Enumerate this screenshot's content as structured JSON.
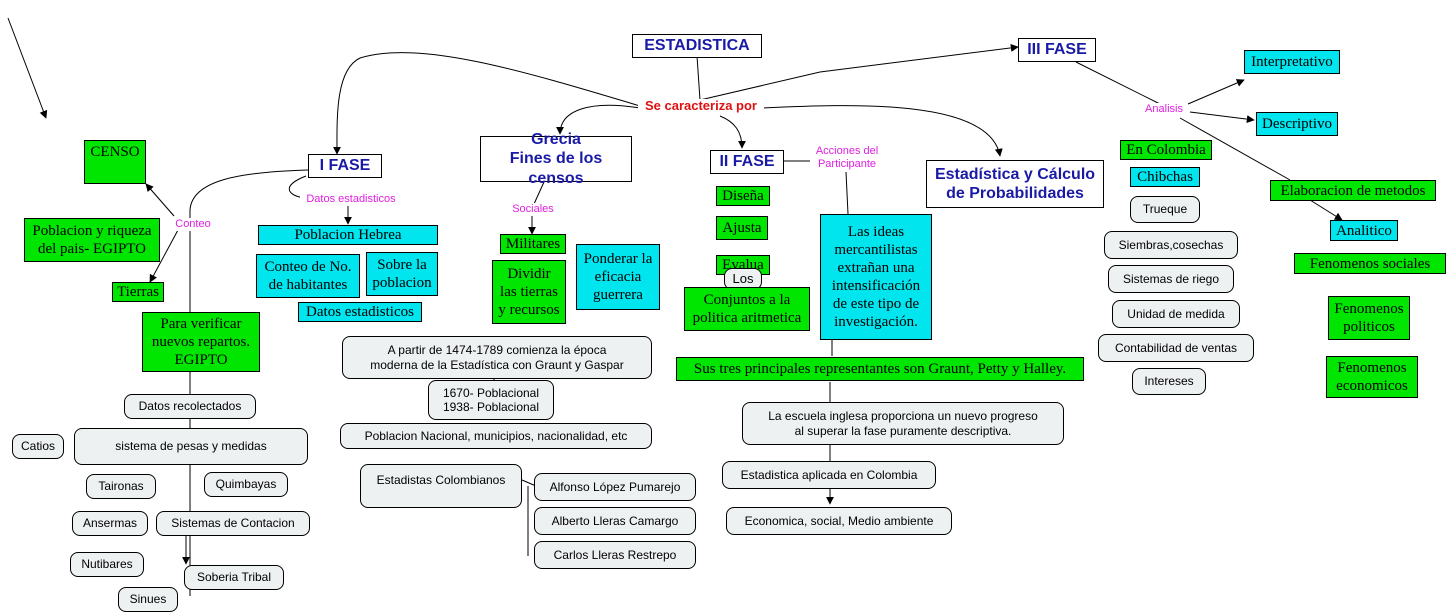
{
  "nodes": {
    "estadistica": "ESTADISTICA",
    "se_caracteriza": "Se caracteriza por",
    "fase1": "I FASE",
    "fase2": "II FASE",
    "fase3": "III FASE",
    "grecia": "Grecia\nFines de los censos",
    "estad_calculo": "Estadística y Cálculo\nde Probabilidades",
    "censo": "CENSO",
    "poblacion_riqueza": "Poblacion y riqueza\ndel pais- EGIPTO",
    "tierras": "Tierras",
    "para_verificar": "Para verificar\nnuevos repartos.\nEGIPTO",
    "poblacion_hebrea": "Poblacion Hebrea",
    "conteo_habitantes": "Conteo de No.\nde habitantes",
    "sobre_poblacion": "Sobre la\npoblacion",
    "datos_estadisticos": "Datos estadisticos",
    "militares": "Militares",
    "dividir_tierras": "Dividir\nlas tierras\ny recursos",
    "ponderar": "Ponderar la\neficacia\nguerrera",
    "disena": "Diseña",
    "ajusta": "Ajusta",
    "evalua": "Evalua",
    "los": "Los",
    "conjuntos": "Conjuntos a la\npolitica aritmetica",
    "ideas_mercantilistas": "Las ideas\nmercantilistas\nextrañan una\nintensificación\nde este tipo de\ninvestigación.",
    "tres_representantes": "Sus tres principales representantes son Graunt, Petty y Halley.",
    "escuela_inglesa": "La escuela inglesa proporciona un nuevo progreso\nal superar la fase puramente descriptiva.",
    "estad_aplicada": "Estadistica aplicada en Colombia",
    "economica": "Economica, social, Medio ambiente",
    "a_partir": "A partir de 1474-1789 comienza la época\nmoderna de la Estadística con Graunt y Gaspar",
    "poblacional": "1670- Poblacional\n1938- Poblacional",
    "poblacion_nacional": "Poblacion Nacional, municipios, nacionalidad, etc",
    "estadistas_colombianos": "Estadistas Colombianos",
    "alfonso": "Alfonso López Pumarejo",
    "alberto": "Alberto Lleras Camargo",
    "carlos": "Carlos Lleras Restrepo",
    "datos_recolectados": "Datos recolectados",
    "catios": "Catios",
    "pesas_medidas": "sistema de pesas y medidas",
    "taironas": "Taironas",
    "quimbayas": "Quimbayas",
    "ansermas": "Ansermas",
    "contacion": "Sistemas de Contacion",
    "nutibares": "Nutibares",
    "soberia": "Soberia Tribal",
    "sinues": "Sinues",
    "interpretativo": "Interpretativo",
    "descriptivo": "Descriptivo",
    "elaboracion": "Elaboracion de metodos",
    "analitico": "Analitico",
    "fen_sociales": "Fenomenos sociales",
    "fen_politicos": "Fenomenos\npoliticos",
    "fen_economicos": "Fenomenos\neconomicos",
    "en_colombia": "En Colombia",
    "chibchas": "Chibchas",
    "trueque": "Trueque",
    "siembras": "Siembras,cosechas",
    "riego": "Sistemas de riego",
    "unidad": "Unidad de medida",
    "contabilidad": "Contabilidad de ventas",
    "intereses": "Intereses"
  },
  "link_labels": {
    "conteo": "Conteo",
    "datos_estadisticos": "Datos estadisticos",
    "sociales": "Sociales",
    "acciones": "Acciones del\nParticipante",
    "analisis": "Analisis"
  }
}
